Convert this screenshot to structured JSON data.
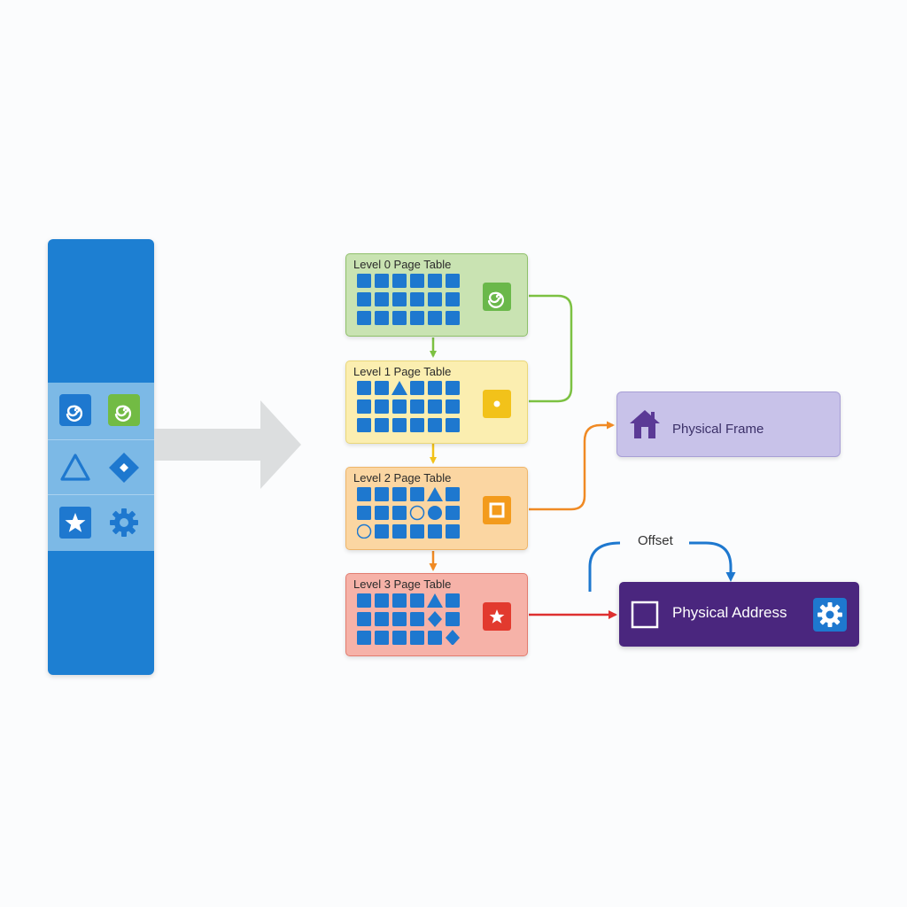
{
  "page_tables": [
    {
      "title": "Level 0 Page Table",
      "badge_icon": "spiral-icon",
      "bg": "#c9e3b2",
      "border": "#8fc06a",
      "badge_color": "#6ab84a"
    },
    {
      "title": "Level 1 Page Table",
      "badge_icon": "dot-square-icon",
      "bg": "#fbeeb0",
      "border": "#ead77a",
      "badge_color": "#f2c21a"
    },
    {
      "title": "Level 2 Page Table",
      "badge_icon": "hollow-square-icon",
      "bg": "#fbd6a2",
      "border": "#eeb56a",
      "badge_color": "#f39b1c"
    },
    {
      "title": "Level 3 Page Table",
      "badge_icon": "star-icon",
      "bg": "#f6b2a8",
      "border": "#e27c6f",
      "badge_color": "#e23a2e"
    }
  ],
  "virtual_address": {
    "icons": [
      "spiral-icon",
      "spiral-icon",
      "triangle-icon",
      "diamond-icon",
      "star-icon",
      "gear-icon"
    ]
  },
  "physical_frame": {
    "label": "Physical Frame",
    "icon": "house-icon"
  },
  "physical_address": {
    "label": "Physical Address",
    "icon": "gear-icon"
  },
  "offset": {
    "label": "Offset"
  },
  "colors": {
    "entry_blue": "#1e78cf",
    "level0_arrow": "#7cc142",
    "level1_arrow": "#f2c21a",
    "level2_arrow": "#f08a24",
    "level3_arrow": "#de3030",
    "offset_arrow": "#1e78cf",
    "frame_purple": "#c8c2e9",
    "address_purple": "#4a267e"
  }
}
